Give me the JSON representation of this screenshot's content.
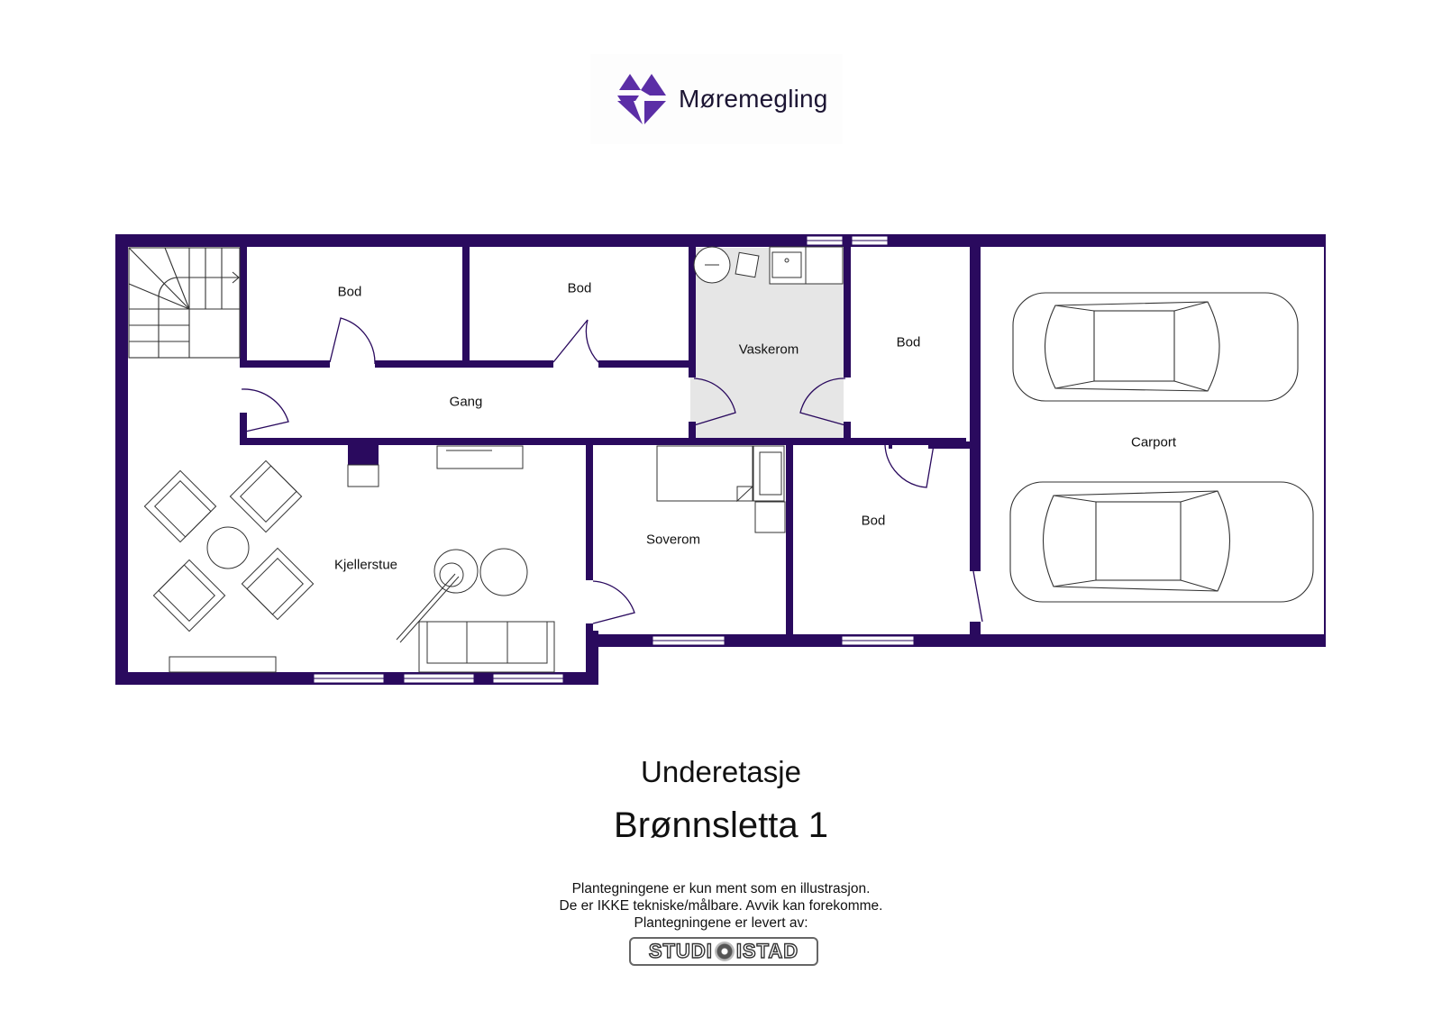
{
  "brand": {
    "name": "Møremegling",
    "logo_color": "#5b2ea6"
  },
  "colors": {
    "wall": "#2a0a5e",
    "laundry_floor": "#e6e6e6",
    "furniture_line": "#333333"
  },
  "rooms": [
    {
      "id": "bod-1",
      "label": "Bod"
    },
    {
      "id": "bod-2",
      "label": "Bod"
    },
    {
      "id": "vaskerom",
      "label": "Vaskerom"
    },
    {
      "id": "bod-3",
      "label": "Bod"
    },
    {
      "id": "gang",
      "label": "Gang"
    },
    {
      "id": "carport",
      "label": "Carport"
    },
    {
      "id": "kjellerstue",
      "label": "Kjellerstue"
    },
    {
      "id": "soverom",
      "label": "Soverom"
    },
    {
      "id": "bod-4",
      "label": "Bod"
    }
  ],
  "footer": {
    "floor_title": "Underetasje",
    "address": "Brønnsletta 1",
    "disclaimer_lines": [
      "Plantegningene er kun ment som en illustrasjon.",
      "De er IKKE tekniske/målbare. Avvik kan forekomme.",
      "Plantegningene er levert av:"
    ],
    "provider_logo": {
      "left": "STUDI",
      "right": "ISTAD"
    }
  }
}
